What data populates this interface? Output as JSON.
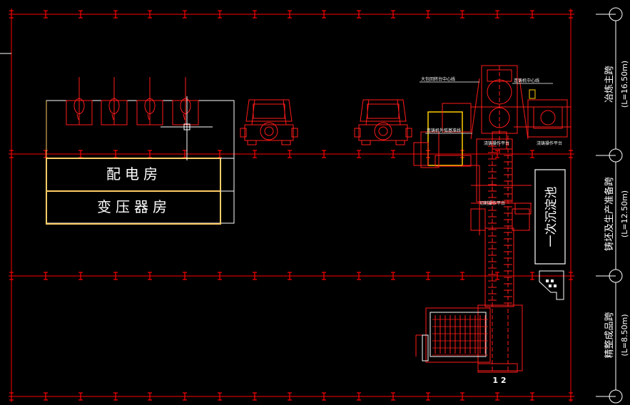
{
  "rooms": {
    "distribution": "配电房",
    "transformer": "变压器房"
  },
  "settling_pool": "一次沉淀池",
  "bays": [
    {
      "name": "冶炼主跨",
      "dim": "(L=16.50m)"
    },
    {
      "name": "铸坯及生产准备跨",
      "dim": "(L=12.50m)"
    },
    {
      "name": "精整成品跨",
      "dim": "(L=8.50m)"
    }
  ],
  "notes": {
    "n1": "大包回转台中心线",
    "n2": "连铸机中心线",
    "n3": "连铸机外弧基准线",
    "n4": "浇铸操作平台",
    "n5": "浇铸操作平台",
    "n6": "切割操作平台"
  },
  "strand_label": "1 2",
  "colors": {
    "background": "#000000",
    "axis": "#ff0000",
    "equipment": "#ff1a1a",
    "room_outline": "#ffcc66",
    "wall": "#ffffff",
    "highlight": "#ffff00"
  }
}
